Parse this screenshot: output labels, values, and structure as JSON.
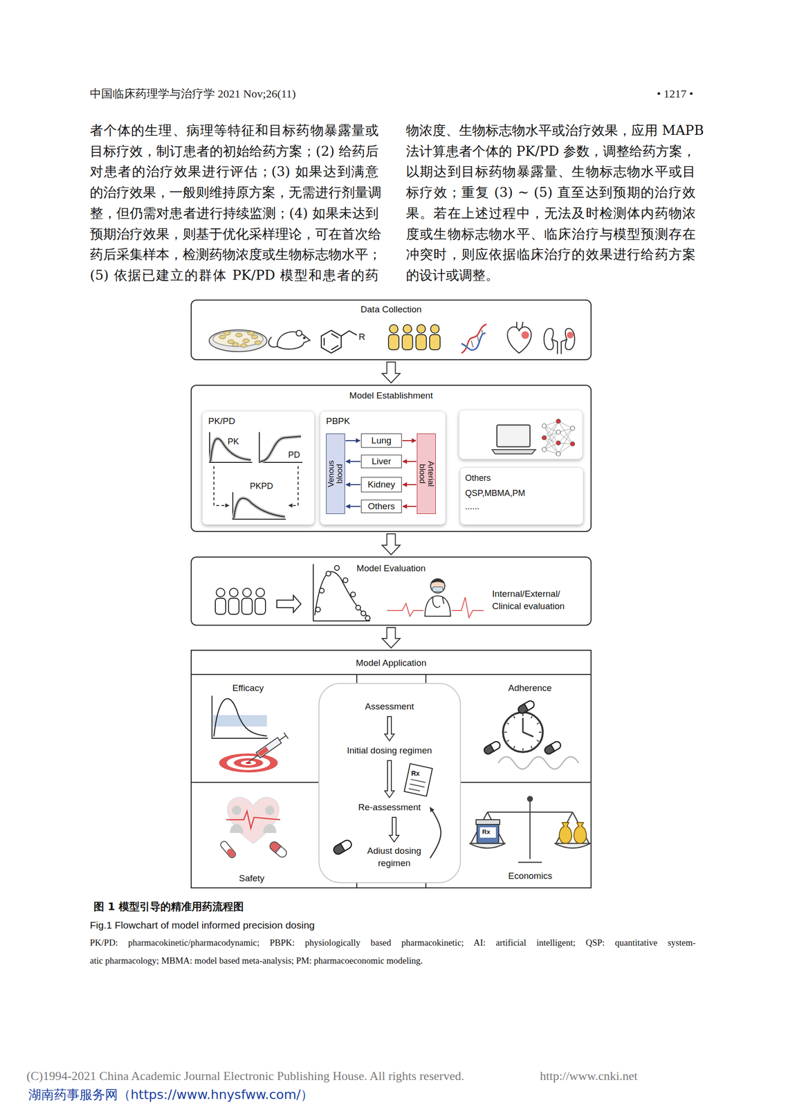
{
  "diagram": {
    "caption": "图 1 模型引导的精准用药流程图",
    "nodes": [
      {
        "text": [
          "Data Collection"
        ]
      },
      {
        "text": [
          "Model Establishment"
        ]
      },
      {
        "text": [
          "PK/PD",
          "PK",
          "PD",
          "PKPD"
        ],
        "in": 1
      },
      {
        "text": [
          "PBPK"
        ],
        "in": 1
      },
      {
        "text": [
          "Lung"
        ],
        "in": 3
      },
      {
        "text": [
          "Liver"
        ],
        "in": 3
      },
      {
        "text": [
          "Kidney"
        ],
        "in": 3
      },
      {
        "text": [
          "Others"
        ],
        "in": 3
      },
      {
        "text": [
          "Venous blood"
        ],
        "in": 3
      },
      {
        "text": [
          "Arterial blood"
        ],
        "in": 3
      },
      {
        "text": [
          "Others",
          "QSP,MBMA,PM",
          "......"
        ],
        "in": 1
      },
      {
        "text": [
          "Model Evaluation",
          "Internal/External/ Clinical evaluation"
        ]
      },
      {
        "text": [
          "Model Application"
        ]
      },
      {
        "text": [
          "Efficacy"
        ],
        "in": 12
      },
      {
        "text": [
          "Adherence"
        ],
        "in": 12
      },
      {
        "text": [
          "Assessment"
        ],
        "in": 12
      },
      {
        "text": [
          "Initial dosing regimen"
        ],
        "in": 12
      },
      {
        "text": [
          "Re-assessment"
        ],
        "in": 12
      },
      {
        "text": [
          "Adiust dosing regimen"
        ],
        "in": 12
      },
      {
        "text": [
          "Safety"
        ],
        "in": 12
      },
      {
        "text": [
          "Economics"
        ],
        "in": 12
      }
    ],
    "edges": [
      {
        "from": 0,
        "to": 1,
        "arrow": "to"
      },
      {
        "from": 1,
        "to": 11,
        "arrow": "to"
      },
      {
        "from": 11,
        "to": 12,
        "arrow": "to"
      },
      {
        "from": 8,
        "to": 4,
        "arrow": "to"
      },
      {
        "from": 4,
        "to": 9,
        "arrow": "to"
      },
      {
        "from": 9,
        "to": 5,
        "arrow": "to"
      },
      {
        "from": 9,
        "to": 6,
        "arrow": "to"
      },
      {
        "from": 9,
        "to": 7,
        "arrow": "to"
      },
      {
        "from": 5,
        "to": 8,
        "arrow": "to"
      },
      {
        "from": 6,
        "to": 8,
        "arrow": "to"
      },
      {
        "from": 7,
        "to": 8,
        "arrow": "to"
      },
      {
        "from": 15,
        "to": 16,
        "arrow": "to"
      },
      {
        "from": 16,
        "to": 17,
        "arrow": "to"
      },
      {
        "from": 17,
        "to": 18,
        "arrow": "to"
      },
      {
        "from": 18,
        "to": 17,
        "arrow": "to"
      }
    ],
    "labels": [
      "中国临床药理学与治疗学 2021 Nov;26(11)",
      "• 1217 •",
      "者个体的生理、病理等特征和目标药物暴露量或",
      "目标疗效，制订患者的初始给药方案；(2) 给药后",
      "对患者的治疗效果进行评估；(3) 如果达到满意",
      "的治疗效果，一般则维持原方案，无需进行剂量调",
      "整，但仍需对患者进行持续监测；(4) 如果未达到",
      "预期治疗效果，则基于优化采样理论，可在首次给",
      "药后采集样本，检测药物浓度或生物标志物水平；",
      "(5) 依据已建立的群体 PK/PD 模型和患者的药",
      "物浓度、生物标志物水平或治疗效果，应用 MAPB",
      "法计算患者个体的 PK/PD 参数，调整给药方案，",
      "以期达到目标药物暴露量、生物标志物水平或目",
      "标疗效；重复 (3) ~ (5) 直至达到预期的治疗效",
      "果。若在上述过程中，无法及时检测体内药物浓",
      "度或生物标志物水平、临床治疗与模型预测存在",
      "冲突时，则应依据临床治疗的效果进行给药方案",
      "的设计或调整。",
      "R",
      "Rx",
      "Rx",
      "Fig.1 Flowchart of model informed precision dosing",
      "PK/PD: pharmacokinetic/pharmacodynamic; PBPK: physiologically based pharmacokinetic; AI: artificial intelligent; QSP: quantitative system-",
      "atic pharmacology; MBMA: model based meta-analysis; PM: pharmacoeconomic modeling.",
      "(C)1994-2021 China Academic Journal Electronic Publishing House. All rights reserved.",
      "http://www.cnki.net",
      "湖南药事服务网（https://www.hnysfww.com/）"
    ]
  }
}
